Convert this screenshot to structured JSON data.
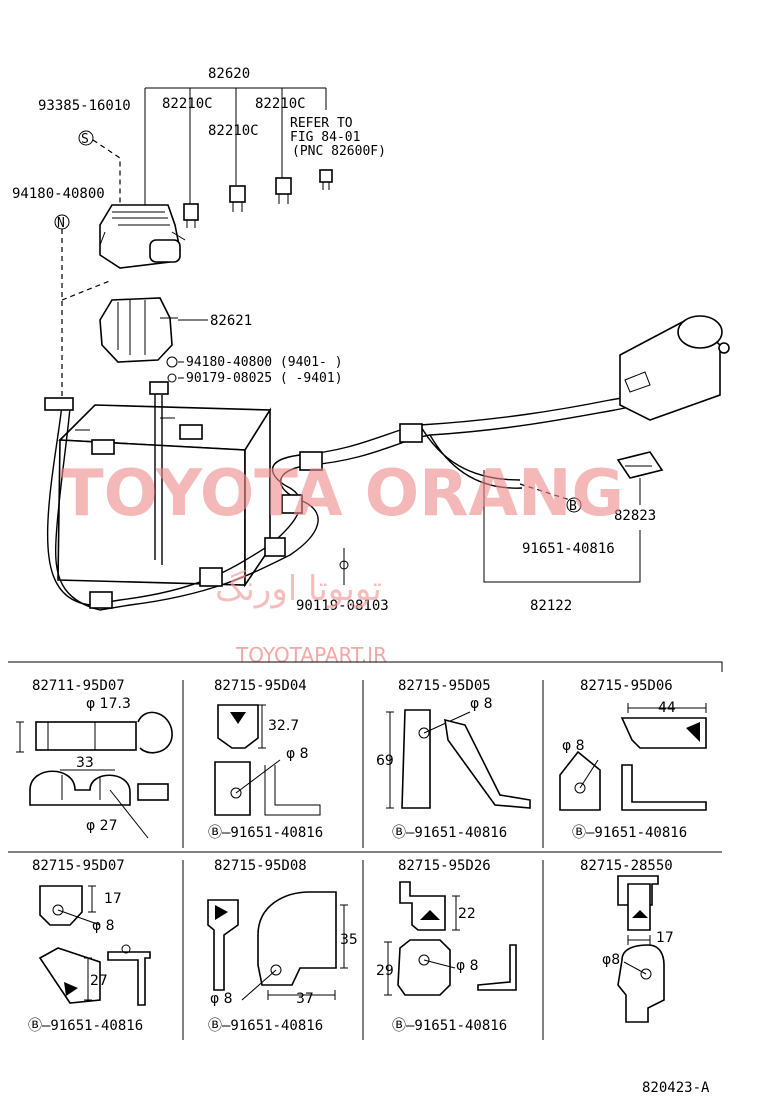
{
  "main": {
    "callouts": {
      "p82620": "82620",
      "p93385": "93385-16010",
      "p82210c_a": "82210C",
      "p82210c_b": "82210C",
      "p82210c_c": "82210C",
      "refer1": "REFER TO",
      "refer2": "FIG 84-01",
      "refer3": "(PNC 82600F)",
      "p94180_top": "94180-40800",
      "p82621": "82621",
      "p94180_mid": "94180-40800 (9401-     )",
      "p90179": "90179-08025 (      -9401)",
      "p82823": "82823",
      "p91651": "91651-40816",
      "p90119": "90119-08103",
      "p82122": "82122"
    },
    "symbols": {
      "s": "S",
      "n": "N",
      "b": "B"
    }
  },
  "watermark": {
    "brand": "TOYOTA ORANG",
    "url": "TOYOTAPART.IR",
    "persian": "تویوتا اورنگ"
  },
  "details": {
    "d1": {
      "part": "82711-95D07",
      "phi_a": "φ 17.3",
      "dim_a": "33",
      "phi_b": "φ 27"
    },
    "d2": {
      "part": "82715-95D04",
      "dim_a": "32.7",
      "phi": "φ 8",
      "ref": "Ⓑ—91651-40816"
    },
    "d3": {
      "part": "82715-95D05",
      "phi": "φ 8",
      "dim_a": "69",
      "ref": "Ⓑ—91651-40816"
    },
    "d4": {
      "part": "82715-95D06",
      "dim_a": "44",
      "phi": "φ 8",
      "ref": "Ⓑ—91651-40816"
    },
    "d5": {
      "part": "82715-95D07",
      "dim_a": "17",
      "phi": "φ 8",
      "dim_b": "27",
      "ref": "Ⓑ—91651-40816"
    },
    "d6": {
      "part": "82715-95D08",
      "dim_a": "35",
      "phi": "φ 8",
      "dim_b": "37",
      "ref": "Ⓑ—91651-40816"
    },
    "d7": {
      "part": "82715-95D26",
      "dim_a": "22",
      "dim_b": "29",
      "phi": "φ 8",
      "ref": "Ⓑ—91651-40816"
    },
    "d8": {
      "part": "82715-28550",
      "dim_a": "17",
      "phi": "φ8"
    }
  },
  "figure_code": "820423-A"
}
